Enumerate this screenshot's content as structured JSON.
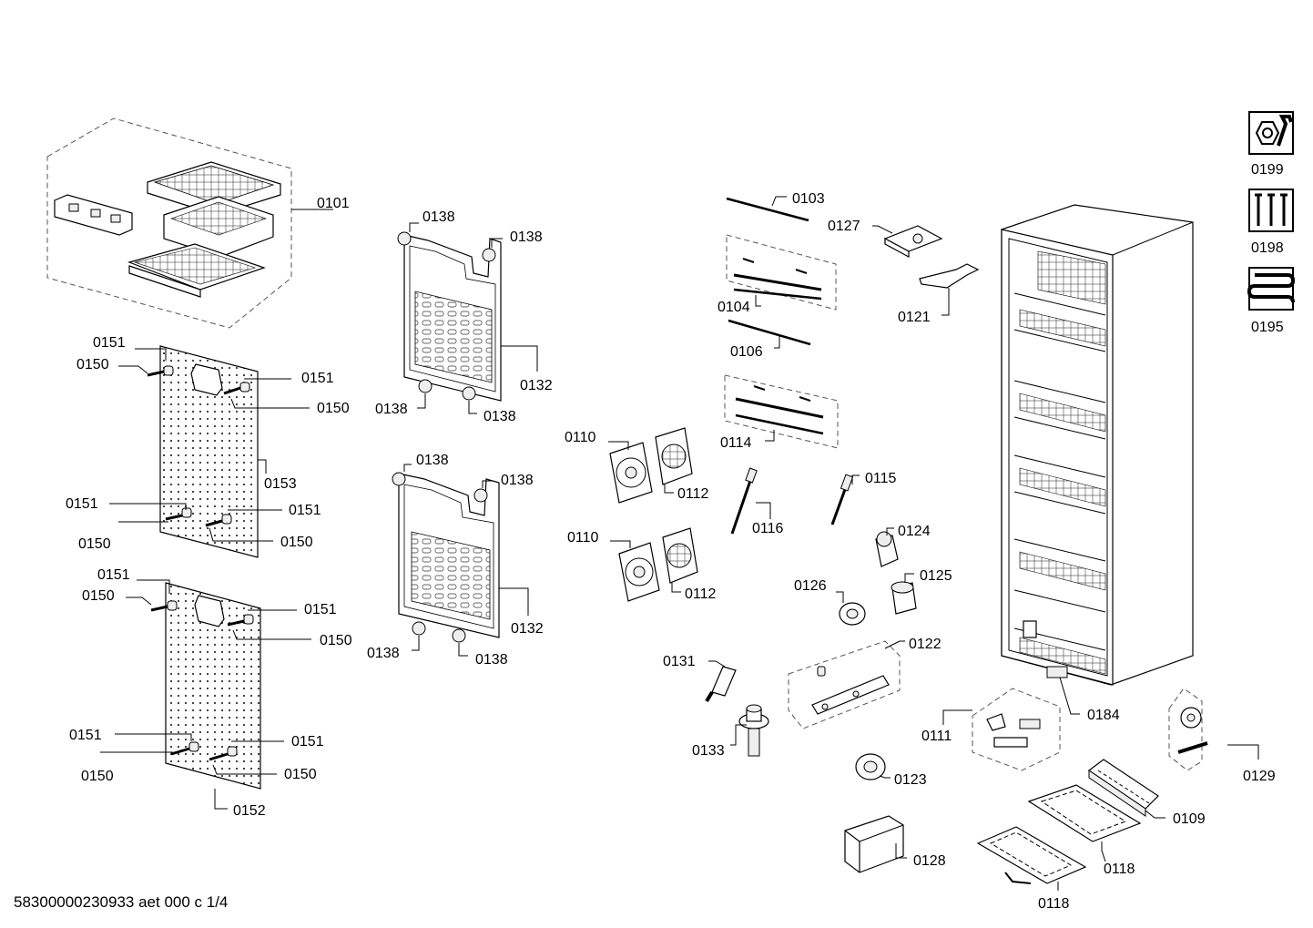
{
  "footer": {
    "document_id": "58300000230933 aet 000 c 1/4"
  },
  "service_icons": [
    {
      "label": "0199",
      "icon": "nut-wrench-icon"
    },
    {
      "label": "0198",
      "icon": "screws-icon"
    },
    {
      "label": "0195",
      "icon": "heater-coil-icon"
    }
  ],
  "labels": {
    "l0101": "0101",
    "l0151a": "0151",
    "l0150a": "0150",
    "l0151b": "0151",
    "l0150b": "0150",
    "l0153": "0153",
    "l0151c": "0151",
    "l0150c": "0150",
    "l0151d": "0151",
    "l0150d": "0150",
    "l0151e": "0151",
    "l0150e": "0150",
    "l0151f": "0151",
    "l0150f": "0150",
    "l0151g": "0151",
    "l0150g": "0150",
    "l0151h": "0151",
    "l0150h": "0150",
    "l0152": "0152",
    "l0138a": "0138",
    "l0138b": "0138",
    "l0132a": "0132",
    "l0138c": "0138",
    "l0138d": "0138",
    "l0138e": "0138",
    "l0138f": "0138",
    "l0132b": "0132",
    "l0138g": "0138",
    "l0138h": "0138",
    "l0110a": "0110",
    "l0112a": "0112",
    "l0110b": "0110",
    "l0112b": "0112",
    "l0103": "0103",
    "l0104": "0104",
    "l0106": "0106",
    "l0114": "0114",
    "l0127": "0127",
    "l0121": "0121",
    "l0116": "0116",
    "l0115": "0115",
    "l0124": "0124",
    "l0126": "0126",
    "l0125": "0125",
    "l0122": "0122",
    "l0131": "0131",
    "l0133": "0133",
    "l0184": "0184",
    "l0111": "0111",
    "l0129": "0129",
    "l0123": "0123",
    "l0109": "0109",
    "l0118a": "0118",
    "l0128": "0128",
    "l0118b": "0118"
  }
}
